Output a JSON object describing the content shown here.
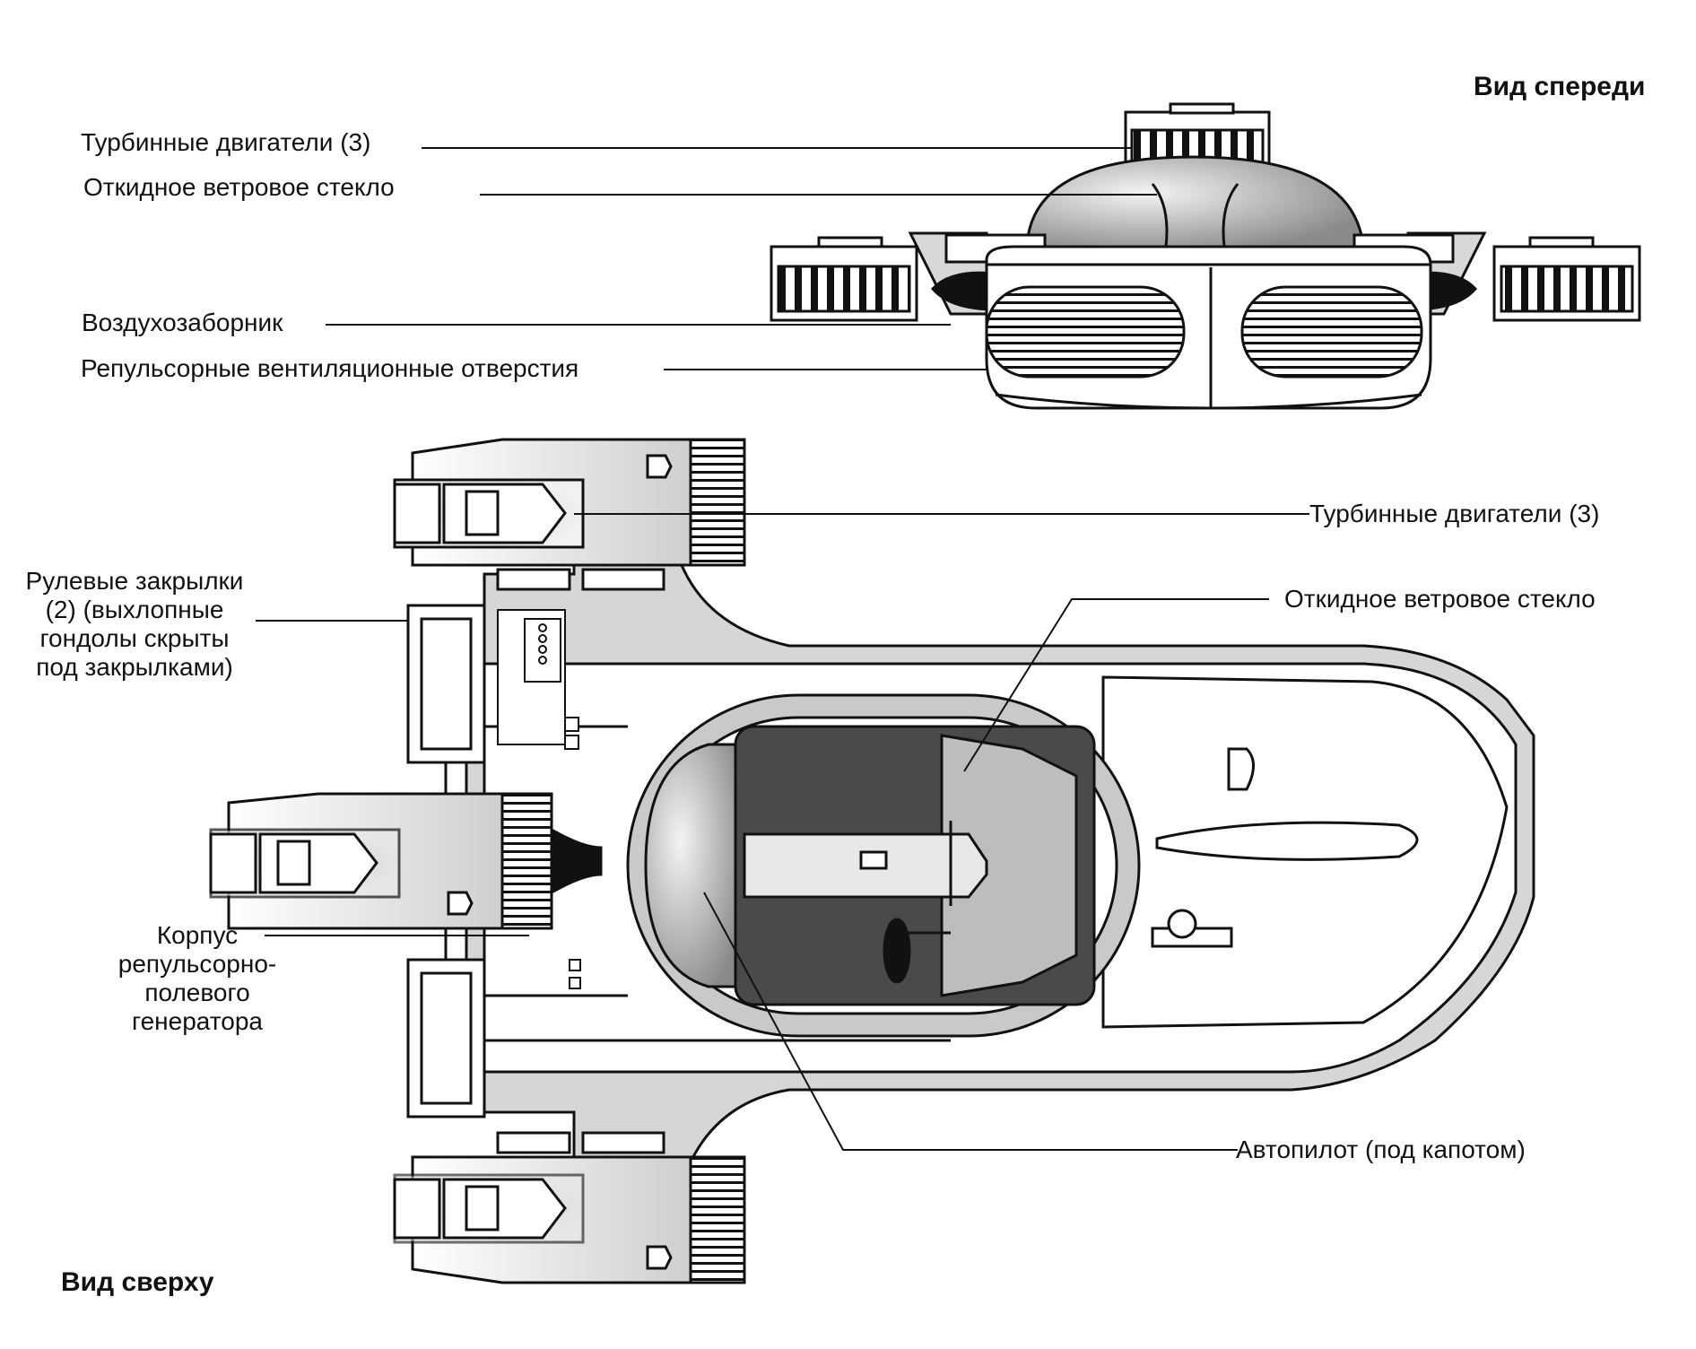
{
  "front_view": {
    "title": "Вид спереди",
    "labels": {
      "turbines": "Турбинные двигатели (3)",
      "windshield": "Откидное ветровое стекло",
      "air_intake": "Воздухозаборник",
      "repulsor_vents": "Репульсорные вентиляционные отверстия"
    }
  },
  "top_view": {
    "title": "Вид сверху",
    "labels": {
      "turbines": "Турбинные двигатели (3)",
      "windshield": "Откидное ветровое стекло",
      "steering_flaps": [
        "Рулевые закрылки",
        "(2) (выхлопные",
        "гондолы скрыты",
        "под закрылками)"
      ],
      "repulsor_housing": [
        "Корпус",
        "репульсорно-",
        "полевого",
        "генератора"
      ],
      "autopilot": "Автопилот (под капотом)"
    }
  },
  "colors": {
    "ink": "#111111",
    "shade": "#bdbdbd",
    "dark_shade": "#4a4a4a",
    "paper": "#ffffff"
  }
}
